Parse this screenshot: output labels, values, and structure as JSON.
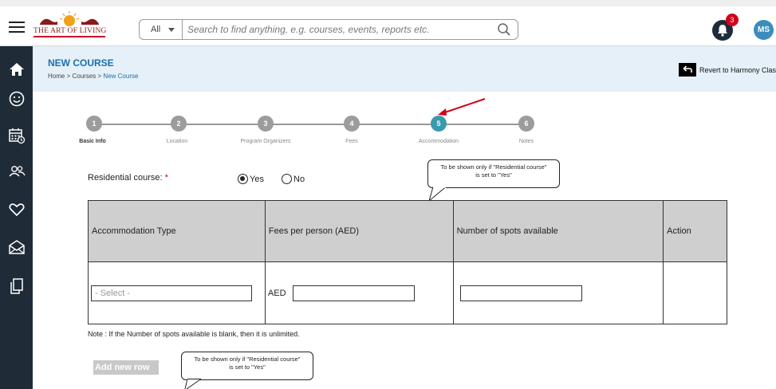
{
  "header": {
    "logo_text": "THE ART OF LIVING",
    "search_category": "All",
    "search_placeholder": "Search to find anything, e.g. courses, events, reports etc.",
    "notifications_count": "3",
    "avatar_initials": "MS"
  },
  "sidebar": {
    "icons": [
      "home-icon",
      "smiley-icon",
      "calendar-icon",
      "users-icon",
      "heart-icon",
      "mail-icon",
      "documents-icon"
    ]
  },
  "page": {
    "title": "NEW COURSE",
    "breadcrumb": [
      "Home",
      "Courses",
      "New Course"
    ],
    "breadcrumb_sep": ">",
    "revert_label": "Revert to Harmony Clas"
  },
  "stepper": {
    "active_step": 5,
    "steps": [
      {
        "num": "1",
        "label": "Basic Info"
      },
      {
        "num": "2",
        "label": "Location"
      },
      {
        "num": "3",
        "label": "Program Organizers"
      },
      {
        "num": "4",
        "label": "Fees"
      },
      {
        "num": "5",
        "label": "Accommodation"
      },
      {
        "num": "6",
        "label": "Notes"
      }
    ]
  },
  "residential": {
    "label": "Residential course:",
    "required_mark": "*",
    "options": [
      "Yes",
      "No"
    ],
    "selected": "Yes"
  },
  "callouts": {
    "top_line1": "To be shown only if \"Residential course\"",
    "top_line2": "is set to \"Yes\"",
    "bottom_line1": "To be shown only if \"Residential course\"",
    "bottom_line2": "is set to \"Yes\""
  },
  "table": {
    "columns": [
      "Accommodation Type",
      "Fees per person (AED)",
      "Number of spots available",
      "Action"
    ],
    "row": {
      "select_placeholder": "- Select -",
      "currency": "AED"
    }
  },
  "note": "Note : If the Number of spots available is blank, then it is unlimited.",
  "add_row_label": "Add new row",
  "colors": {
    "sidebar": "#1f2b36",
    "accent": "#1a6fae",
    "active_step": "#3b9aac",
    "badge": "#d0021b"
  }
}
